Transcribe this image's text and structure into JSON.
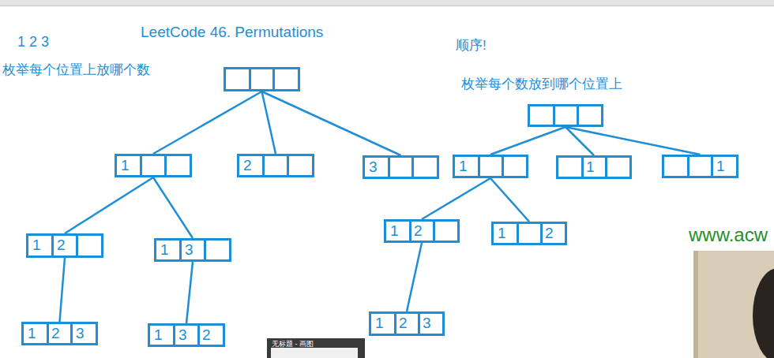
{
  "diagram": {
    "title": "LeetCode 46. Permutations",
    "nodes": [
      {
        "text": []
      },
      {
        "text": [
          "1"
        ]
      },
      {
        "text": [
          "2"
        ]
      },
      {
        "text": [
          "3"
        ]
      },
      {
        "text": [
          "1",
          "2"
        ]
      },
      {
        "text": [
          "1",
          "3"
        ]
      },
      {
        "text": [
          "1",
          "2",
          "3"
        ]
      },
      {
        "text": [
          "1",
          "3",
          "2"
        ]
      },
      {
        "text": []
      },
      {
        "text": [
          "1"
        ]
      },
      {
        "text": [
          "1"
        ]
      },
      {
        "text": [
          "1"
        ]
      },
      {
        "text": [
          "1",
          "2"
        ]
      },
      {
        "text": [
          "1",
          "2"
        ]
      },
      {
        "text": [
          "1",
          "2",
          "3"
        ]
      }
    ],
    "edges": [
      {
        "from": 0,
        "to": 1,
        "arrow": "none"
      },
      {
        "from": 0,
        "to": 2,
        "arrow": "none"
      },
      {
        "from": 0,
        "to": 3,
        "arrow": "none"
      },
      {
        "from": 1,
        "to": 4,
        "arrow": "none"
      },
      {
        "from": 1,
        "to": 5,
        "arrow": "none"
      },
      {
        "from": 4,
        "to": 6,
        "arrow": "none"
      },
      {
        "from": 5,
        "to": 7,
        "arrow": "none"
      },
      {
        "from": 8,
        "to": 9,
        "arrow": "none"
      },
      {
        "from": 8,
        "to": 10,
        "arrow": "none"
      },
      {
        "from": 8,
        "to": 11,
        "arrow": "none"
      },
      {
        "from": 9,
        "to": 12,
        "arrow": "none"
      },
      {
        "from": 9,
        "to": 13,
        "arrow": "none"
      },
      {
        "from": 12,
        "to": 14,
        "arrow": "none"
      }
    ],
    "labels": [
      "1 2 3",
      "枚举每个位置上放哪个数",
      "顺序!",
      "枚举每个数放到哪个位置上",
      "www.acw",
      "无标题 - 画图"
    ]
  }
}
